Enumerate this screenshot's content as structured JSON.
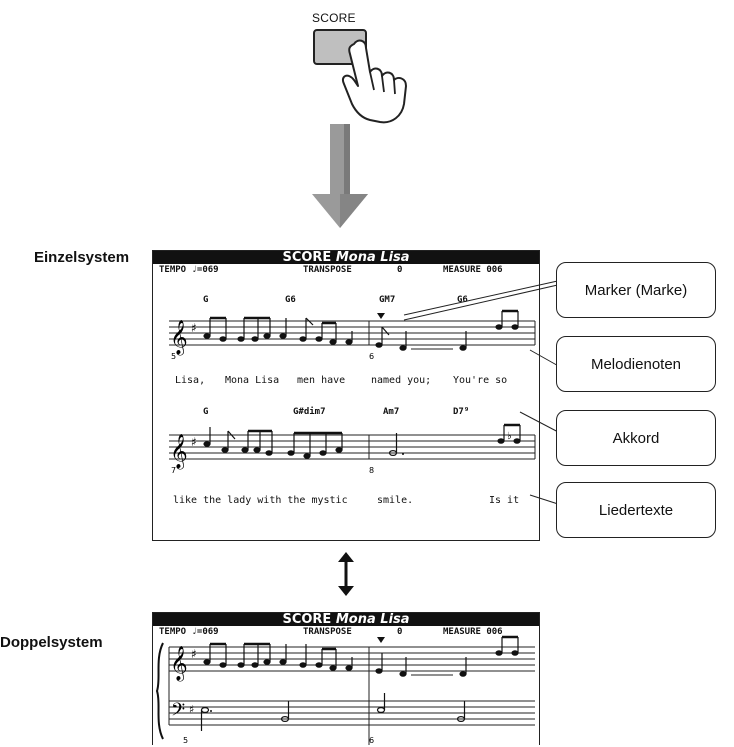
{
  "button": {
    "label": "SCORE"
  },
  "labels": {
    "single": "Einzelsystem",
    "double": "Doppelsystem"
  },
  "single_display": {
    "header_prefix": "SCORE",
    "song_title": "Mona Lisa",
    "tempo": "TEMPO ♩=069",
    "transpose_label": "TRANSPOSE",
    "transpose_value": "0",
    "measure": "MEASURE 006",
    "line1": {
      "chords": [
        "G",
        "G6",
        "GM7",
        "G6"
      ],
      "lyrics": [
        "Lisa,",
        "Mona Lisa",
        "men have",
        "named you;",
        "You're so"
      ],
      "measure_numbers": [
        "5",
        "6"
      ]
    },
    "line2": {
      "chords": [
        "G",
        "G#dim7",
        "Am7",
        "D7⁹"
      ],
      "lyrics": [
        "like the lady with the mystic",
        "smile.",
        "Is it"
      ],
      "measure_numbers": [
        "7",
        "8"
      ]
    }
  },
  "double_display": {
    "header_prefix": "SCORE",
    "song_title": "Mona Lisa",
    "tempo": "TEMPO ♩=069",
    "transpose_label": "TRANSPOSE",
    "transpose_value": "0",
    "measure": "MEASURE 006",
    "measure_numbers": [
      "5",
      "6"
    ]
  },
  "callouts": [
    "Marker (Marke)",
    "Melodienoten",
    "Akkord",
    "Liedertexte"
  ],
  "icons": [
    "hand-pointer-icon",
    "down-arrow-icon",
    "double-arrow-icon",
    "treble-clef-icon",
    "bass-clef-icon"
  ]
}
